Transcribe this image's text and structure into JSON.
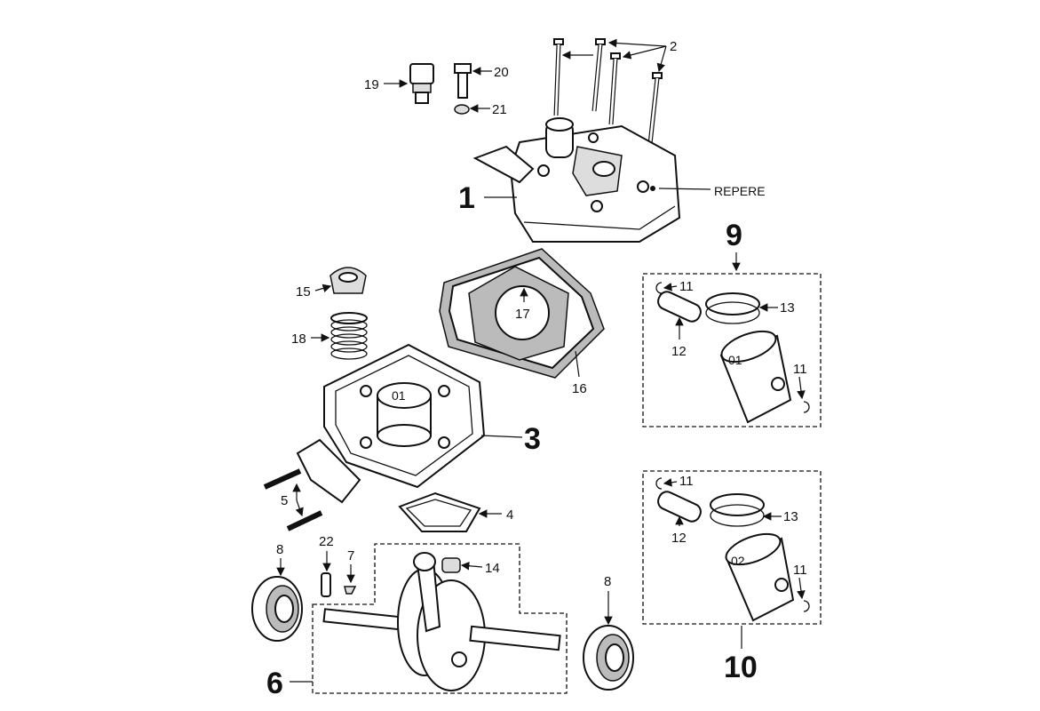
{
  "diagram": {
    "callouts": {
      "c1": "1",
      "c2": "2",
      "c3": "3",
      "c4": "4",
      "c5": "5",
      "c6": "6",
      "c7": "7",
      "c8a": "8",
      "c8b": "8",
      "c9": "9",
      "c10": "10",
      "c11a": "11",
      "c11b": "11",
      "c11c": "11",
      "c11d": "11",
      "c12a": "12",
      "c12b": "12",
      "c13a": "13",
      "c13b": "13",
      "c14": "14",
      "c15": "15",
      "c16": "16",
      "c17": "17",
      "c18": "18",
      "c19": "19",
      "c20": "20",
      "c21": "21",
      "c22": "22",
      "repere": "REPERE"
    },
    "piston_marks": {
      "p1": "01",
      "p2": "02",
      "cyl": "01"
    }
  }
}
